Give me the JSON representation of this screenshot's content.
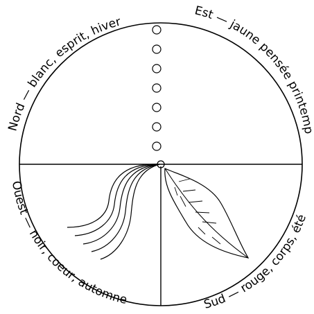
{
  "quadrants": {
    "nord": "Nord — blanc, esprit, hiver",
    "est": "Est — jaune pensée printemps",
    "sud": "Sud — rouge, corps, été",
    "ouest": "Ouest — noir, coeur, automne"
  },
  "colors": {
    "ink": "#000000",
    "paper": "#ffffff"
  },
  "icons": [
    "bead-string",
    "hair-strands",
    "leaf"
  ]
}
